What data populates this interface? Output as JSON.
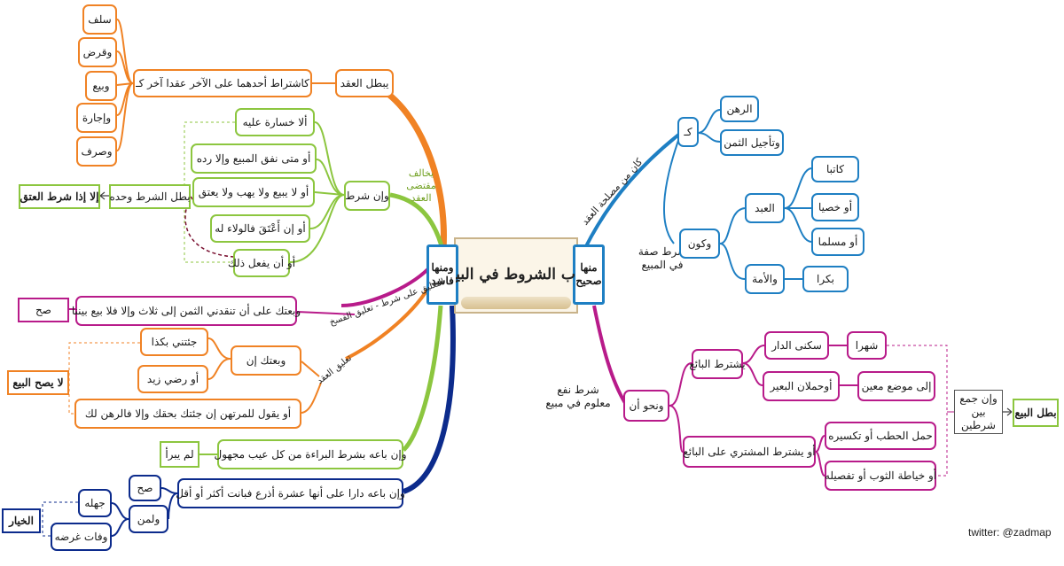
{
  "diagram": {
    "center": "باب الشروط في البيع",
    "credit": "twitter: @zadmap",
    "colors": {
      "orange": "#f08224",
      "green": "#8cc63f",
      "magenta": "#b81b8a",
      "navy": "#0c2b8c",
      "blue": "#1e7fc3",
      "gold": "#c9b38a"
    },
    "right_main": "منها صحيح",
    "left_main": "ومنها فاسد",
    "edge_labels": {
      "interest": "كان من مصلحة العقد",
      "attribute": "شرط صفة في المبيع",
      "benefit": "شرط نفع معلوم في مبيع",
      "contradicts": "يخالف مقتضى العقد",
      "cancel": "التعليق على شرط - تعليق الفسخ",
      "contract": "تعليق العقد"
    },
    "right": {
      "ka": "كـ",
      "pledge": "الرهن",
      "deferral": "وتأجيل الثمن",
      "and_being": "وكون",
      "slave": "العبد",
      "scribe": "كاتبا",
      "eunuch": "أو خصيا",
      "muslim": "أو مسلما",
      "slave_woman": "والأمة",
      "virgin": "بكرا",
      "like": "ونحو أن",
      "seller_cond": "يشترط البائع",
      "house": "سكنى الدار",
      "month": "شهرا",
      "camel": "أوحملان البعير",
      "place": "إلى موضع معين",
      "buyer_cond": "أو يشترط المشتري على البائع",
      "wood": "حمل الحطب أو تكسيره",
      "cloth": "أو خياطة الثوب أو تفصيله",
      "if_two": "وإن جمع بين شرطين",
      "void_sale": "بطل البيع"
    },
    "left": {
      "invalidates": "يبطل العقد",
      "stipulation": "كاشتراط أحدهما على الآخر عقدا آخر كـ",
      "salaf": "سلف",
      "qard": "وقرض",
      "bay": "وبيع",
      "ijara": "وإجارة",
      "sarf": "وصرف",
      "if_cond": "وإن شرط",
      "no_loss": "ألا خسارة عليه",
      "return": "أو متى نفق المبيع وإلا رده",
      "no_sell": "أو لا يبيع ولا يهب ولا يعتق",
      "wala": "أو إن أَعْتَقَ فالولاء له",
      "do_that": "أو أن يفعل ذلك",
      "cond_void": "بطل الشرط وحده",
      "except_itq": "إلا إذا شرط العتق",
      "sold_you": "وبعتك على أن تنقدني الثمن إلى ثلاث وإلا فلا بيع بيننا",
      "valid": "صح",
      "sold_if": "وبعتك إن",
      "brought": "جئتني بكذا",
      "zayd": "أو رضي زيد",
      "pawn": "أو يقول للمرتهن إن جئتك بحقك وإلا فالرهن لك",
      "not_valid": "لا يصح البيع",
      "disclaim": "وإن باعه بشرط البراءة من كل عيب مجهول",
      "not_free": "لم يبرأ",
      "house_ten": "وإن باعه دارا على أنها عشرة أذرع فبانت أكثر أو أقل",
      "valid2": "صح",
      "and_who": "ولمن",
      "ignorant": "جهله",
      "missed": "وفات غرضه",
      "option": "الخيار"
    }
  }
}
